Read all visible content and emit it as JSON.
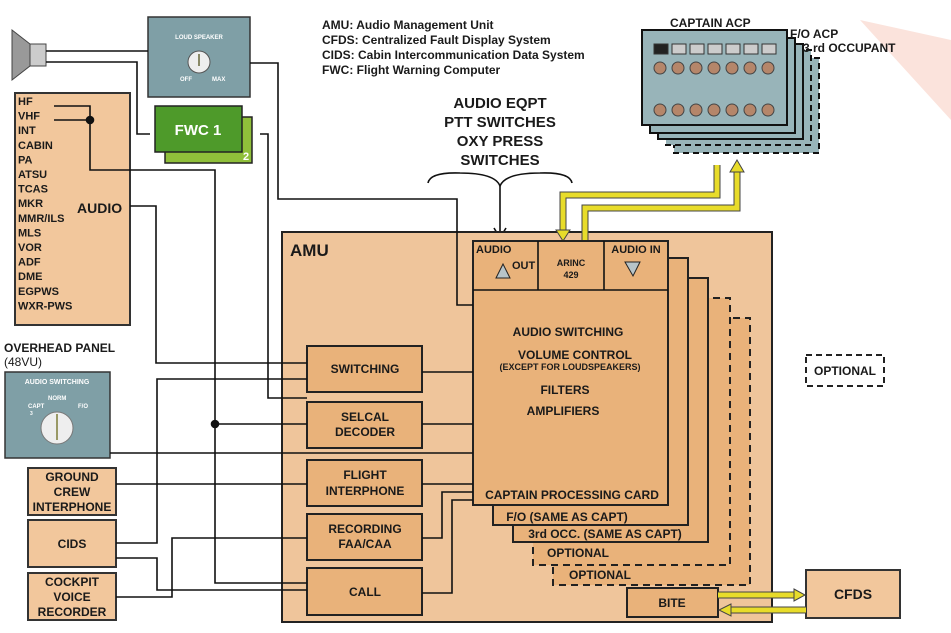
{
  "legend": [
    "AMU: Audio Management Unit",
    "CFDS: Centralized Fault Display System",
    "CIDS: Cabin Intercommunication Data System",
    "FWC: Flight Warning Computer"
  ],
  "audio_eqpt": [
    "AUDIO EQPT",
    "PTT SWITCHES",
    "OXY PRESS",
    "SWITCHES"
  ],
  "loudspeaker_panel": {
    "title": "LOUD SPEAKER",
    "off": "OFF",
    "max": "MAX"
  },
  "fwc": {
    "label": "FWC 1",
    "second": "2"
  },
  "audio_sources": {
    "items": [
      "HF",
      "VHF",
      "INT",
      "CABIN",
      "PA",
      "ATSU",
      "TCAS",
      "MKR",
      "MMR/ILS",
      "MLS",
      "VOR",
      "ADF",
      "DME",
      "EGPWS",
      "WXR-PWS"
    ],
    "label": "AUDIO"
  },
  "acp": {
    "captain": "CAPTAIN  ACP",
    "fo": "F/O ACP",
    "third": "3 rd OCCUPANT"
  },
  "amu": {
    "title": "AMU",
    "audio_out": [
      "AUDIO",
      "OUT"
    ],
    "arinc": [
      "ARINC",
      "429"
    ],
    "audio_in": "AUDIO IN",
    "functions": [
      "AUDIO SWITCHING",
      "VOLUME CONTROL",
      "(EXCEPT FOR LOUDSPEAKERS)",
      "FILTERS",
      "AMPLIFIERS"
    ],
    "cards": [
      "CAPTAIN PROCESSING CARD",
      "F/O  (SAME AS CAPT)",
      "3rd OCC. (SAME AS CAPT)",
      "OPTIONAL",
      "OPTIONAL"
    ],
    "blocks": [
      [
        "SWITCHING"
      ],
      [
        "SELCAL",
        "DECODER"
      ],
      [
        "FLIGHT",
        "INTERPHONE"
      ],
      [
        "RECORDING",
        "FAA/CAA"
      ],
      [
        "CALL"
      ]
    ],
    "bite": "BITE"
  },
  "optional_key": "OPTIONAL",
  "overhead": {
    "label": [
      "OVERHEAD PANEL",
      "(48VU)"
    ],
    "panel_title": "AUDIO SWITCHING",
    "capt": "CAPT",
    "norm": "NORM",
    "fo": "F/O",
    "pos3": "3"
  },
  "ground_crew": [
    "GROUND",
    "CREW",
    "INTERPHONE"
  ],
  "cids": "CIDS",
  "cvr": [
    "COCKPIT",
    "VOICE",
    "RECORDER"
  ],
  "cfds": "CFDS",
  "colors": {
    "box": "#e9b27a",
    "arrow": "#e8dc2a",
    "panel": "#7f9fa6",
    "pcb": "#4e9a2a"
  }
}
